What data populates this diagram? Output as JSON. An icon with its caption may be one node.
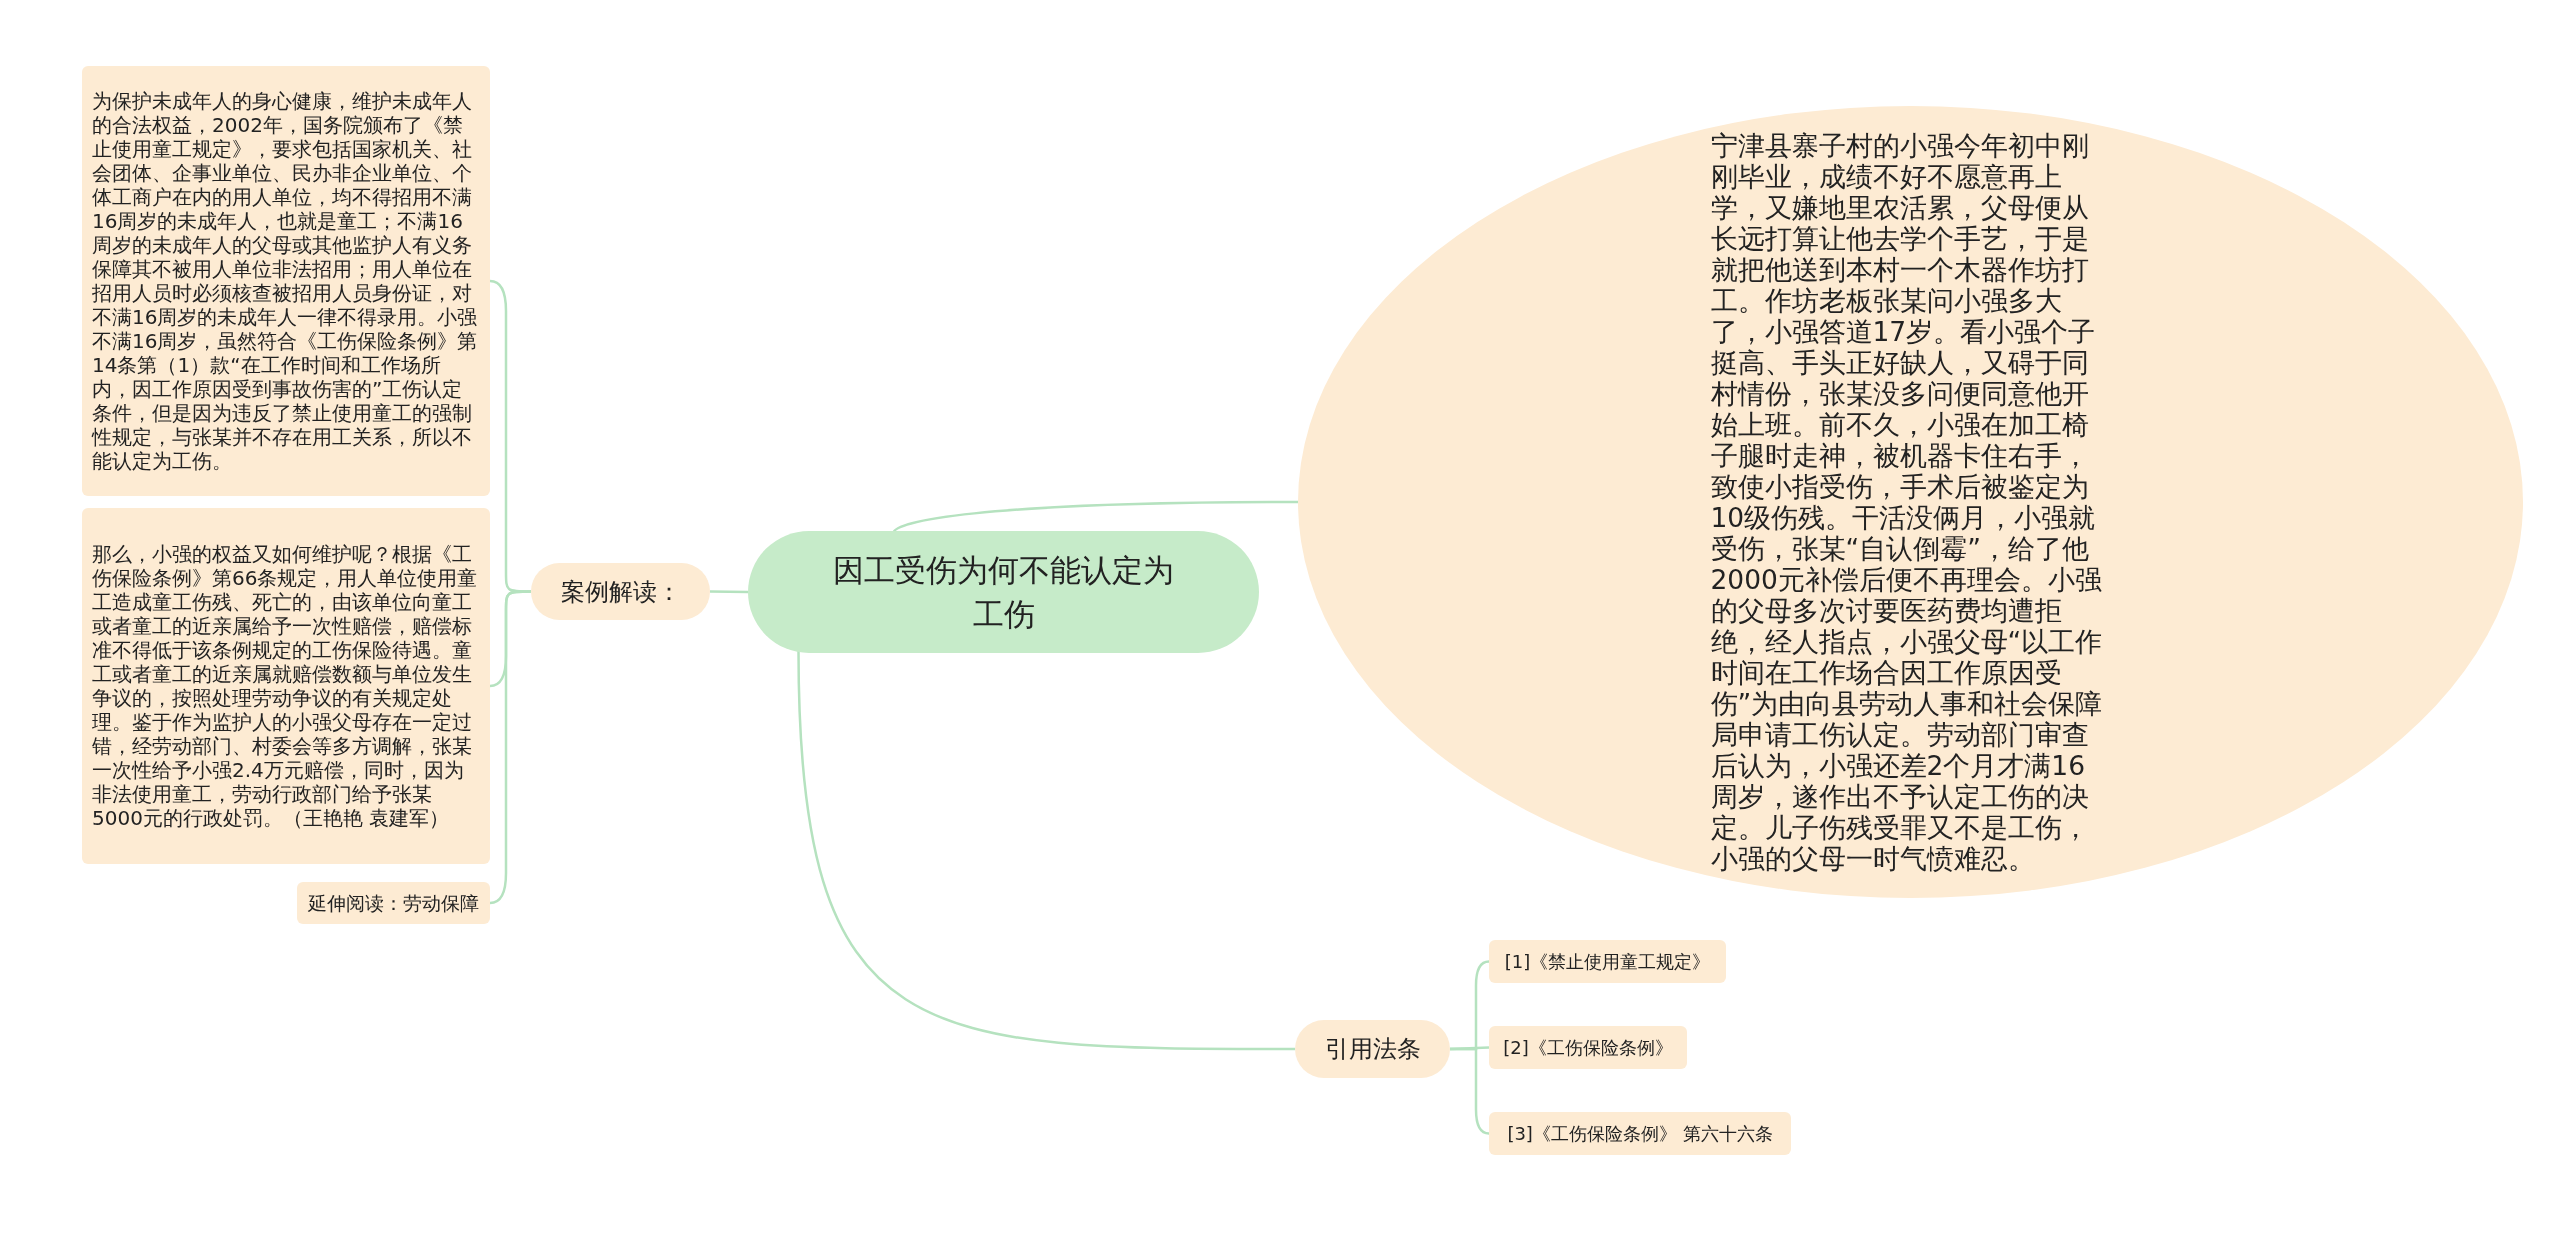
{
  "diagram": {
    "nodes": [
      {
        "text": [
          "因工受伤为何不能认定为工伤"
        ]
      },
      {
        "text": [
          "案例解读："
        ]
      },
      {
        "text": [
          "为保护未成年人的身心健康，维护未成年人的合法权益，2002年，国务院颁布了《禁止使用童工规定》，要求包括国家机关、社会团体、企事业单位、民办非企业单位、个体工商户在内的用人单位，均不得招用不满16周岁的未成年人，也就是童工；不满16周岁的未成年人的父母或其他监护人有义务保障其不被用人单位非法招用；用人单位在招用人员时必须核查被招用人员身份证，对不满16周岁的未成年人一律不得录用。小强不满16周岁，虽然符合《工伤保险条例》第14条第（1）款“在工作时间和工作场所内，因工作原因受到事故伤害的”工伤认定条件，但是因为违反了禁止使用童工的强制性规定，与张某并不存在用工关系，所以不能认定为工伤。"
        ]
      },
      {
        "text": [
          "那么，小强的权益又如何维护呢？根据《工伤保险条例》第66条规定，用人单位使用童工造成童工伤残、死亡的，由该单位向童工或者童工的近亲属给予一次性赔偿，赔偿标准不得低于该条例规定的工伤保险待遇。童工或者童工的近亲属就赔偿数额与单位发生争议的，按照处理劳动争议的有关规定处理。鉴于作为监护人的小强父母存在一定过错，经劳动部门、村委会等多方调解，张某一次性给予小强2.4万元赔偿，同时，因为非法使用童工，劳动行政部门给予张某5000元的行政处罚。（王艳艳 袁建军）"
        ]
      },
      {
        "text": [
          "延伸阅读：劳动保障"
        ]
      },
      {
        "text": [
          "宁津县寨子村的小强今年初中刚刚毕业，成绩不好不愿意再上学，又嫌地里农活累，父母便从长远打算让他去学个手艺，于是就把他送到本村一个木器作坊打工。作坊老板张某问小强多大了，小强答道17岁。看小强个子挺高、手头正好缺人，又碍于同村情份，张某没多问便同意他开始上班。前不久，小强在加工椅子腿时走神，被机器卡住右手，致使小指受伤，手术后被鉴定为10级伤残。干活没俩月，小强就受伤，张某“自认倒霉”，给了他2000元补偿后便不再理会。小强的父母多次讨要医药费均遭拒绝，经人指点，小强父母“以工作时间在工作场合因工作原因受伤”为由向县劳动人事和社会保障局申请工伤认定。劳动部门审查后认为，小强还差2个月才满16周岁，遂作出不予认定工伤的决定。儿子伤残受罪又不是工伤，小强的父母一时气愤难忍。"
        ]
      },
      {
        "text": [
          "引用法条"
        ]
      },
      {
        "text": [
          "[1]《禁止使用童工规定》"
        ]
      },
      {
        "text": [
          "[2]《工伤保险条例》"
        ]
      },
      {
        "text": [
          "[3]《工伤保险条例》 第六十六条"
        ]
      }
    ],
    "edges": [
      {
        "from": 0,
        "to": 1,
        "arrow": "none"
      },
      {
        "from": 1,
        "to": 2,
        "arrow": "none"
      },
      {
        "from": 1,
        "to": 3,
        "arrow": "none"
      },
      {
        "from": 1,
        "to": 4,
        "arrow": "none"
      },
      {
        "from": 0,
        "to": 5,
        "arrow": "none"
      },
      {
        "from": 0,
        "to": 6,
        "arrow": "none"
      },
      {
        "from": 6,
        "to": 7,
        "arrow": "none"
      },
      {
        "from": 6,
        "to": 8,
        "arrow": "none"
      },
      {
        "from": 6,
        "to": 9,
        "arrow": "none"
      }
    ]
  }
}
